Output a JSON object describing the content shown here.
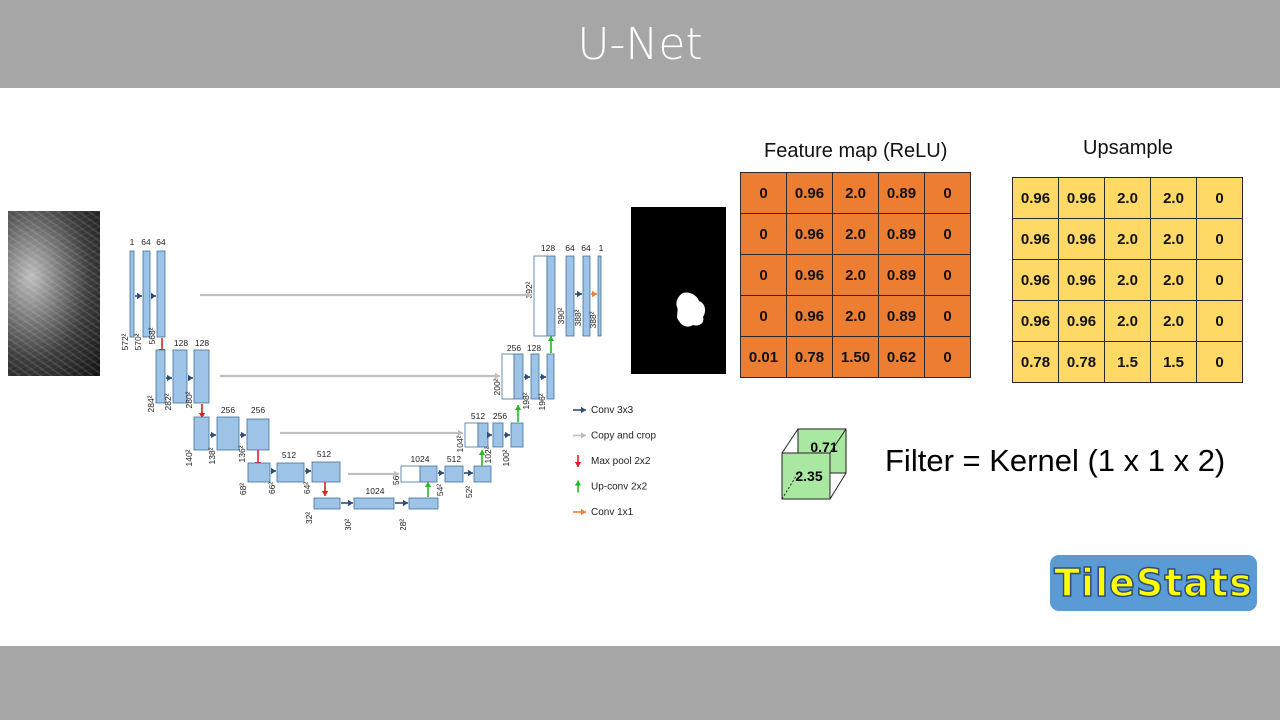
{
  "title": "U-Net",
  "unet": {
    "enc1": {
      "channels": [
        "1",
        "64",
        "64"
      ],
      "sizes": [
        "572²",
        "570²",
        "568²"
      ]
    },
    "enc2": {
      "channels": [
        "128",
        "128"
      ],
      "sizes": [
        "284²",
        "282²",
        "280²"
      ]
    },
    "enc3": {
      "channels": [
        "256",
        "256"
      ],
      "sizes": [
        "140²",
        "138²",
        "136²"
      ]
    },
    "enc4": {
      "channels": [
        "512",
        "512"
      ],
      "sizes": [
        "68²",
        "66²",
        "64²"
      ]
    },
    "bottom": {
      "channels": [
        "1024"
      ],
      "sizes": [
        "32²",
        "30²",
        "28²"
      ]
    },
    "dec4": {
      "channels": [
        "1024",
        "512"
      ],
      "sizes": [
        "56²",
        "54²",
        "52²"
      ]
    },
    "dec3": {
      "channels": [
        "512",
        "256"
      ],
      "sizes": [
        "104²",
        "102²",
        "100²"
      ]
    },
    "dec2": {
      "channels": [
        "256",
        "128"
      ],
      "sizes": [
        "200²",
        "198²",
        "196²"
      ]
    },
    "dec1": {
      "channels": [
        "128",
        "64",
        "64",
        "1"
      ],
      "sizes": [
        "392²",
        "390²",
        "388²",
        "388²"
      ]
    },
    "legend": [
      {
        "label": "Conv 3x3",
        "color": "#2e4d7a"
      },
      {
        "label": "Copy and crop",
        "color": "#bfbfbf"
      },
      {
        "label": "Max pool 2x2",
        "color": "#e02020"
      },
      {
        "label": "Up-conv 2x2",
        "color": "#22bb22"
      },
      {
        "label": "Conv 1x1",
        "color": "#ed7d31"
      }
    ]
  },
  "feature_map": {
    "title": "Feature map (ReLU)",
    "rows": [
      [
        "0",
        "0.96",
        "2.0",
        "0.89",
        "0"
      ],
      [
        "0",
        "0.96",
        "2.0",
        "0.89",
        "0"
      ],
      [
        "0",
        "0.96",
        "2.0",
        "0.89",
        "0"
      ],
      [
        "0",
        "0.96",
        "2.0",
        "0.89",
        "0"
      ],
      [
        "0.01",
        "0.78",
        "1.50",
        "0.62",
        "0"
      ]
    ]
  },
  "upsample": {
    "title": "Upsample",
    "rows": [
      [
        "0.96",
        "0.96",
        "2.0",
        "2.0",
        "0"
      ],
      [
        "0.96",
        "0.96",
        "2.0",
        "2.0",
        "0"
      ],
      [
        "0.96",
        "0.96",
        "2.0",
        "2.0",
        "0"
      ],
      [
        "0.96",
        "0.96",
        "2.0",
        "2.0",
        "0"
      ],
      [
        "0.78",
        "0.78",
        "1.5",
        "1.5",
        "0"
      ]
    ]
  },
  "filter": {
    "front_value": "2.35",
    "back_value": "0.71",
    "label": "Filter = Kernel  (1 x 1 x 2)"
  },
  "logo": {
    "text": "TileStats"
  },
  "colors": {
    "feature_map": "#ed7d31",
    "upsample": "#ffd966",
    "cube": "#a9e8a0",
    "block": "#9dc3e6"
  }
}
